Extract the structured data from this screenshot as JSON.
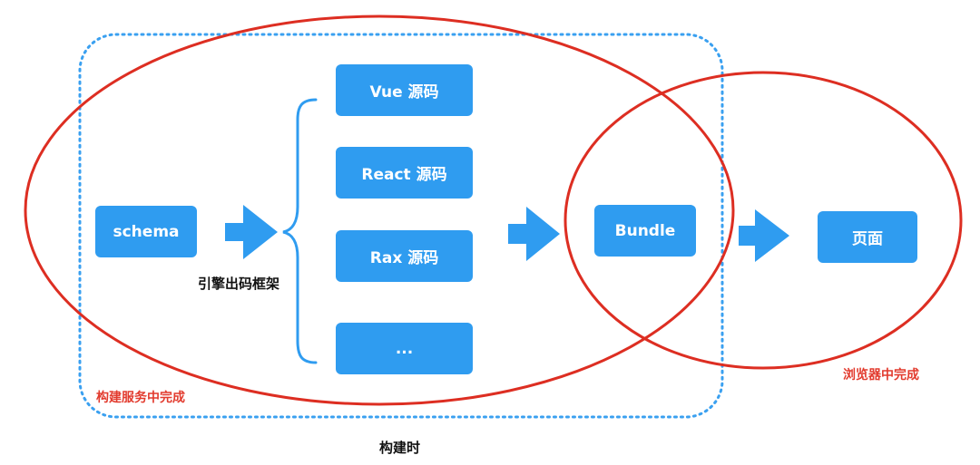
{
  "colors": {
    "box_fill": "#2f9cf0",
    "arrow_fill": "#2f9cf0",
    "ellipse_stroke": "#dd2e22",
    "dotted_border": "#3aa0f0",
    "caption_red": "#e23b2e"
  },
  "nodes": {
    "schema": "schema",
    "vue_source": "Vue 源码",
    "react_source": "React 源码",
    "rax_source": "Rax 源码",
    "more_source": "...",
    "bundle": "Bundle",
    "page": "页面"
  },
  "labels": {
    "engine_framework": "引擎出码框架",
    "build_service": "构建服务中完成",
    "browser": "浏览器中完成",
    "build_time": "构建时"
  }
}
